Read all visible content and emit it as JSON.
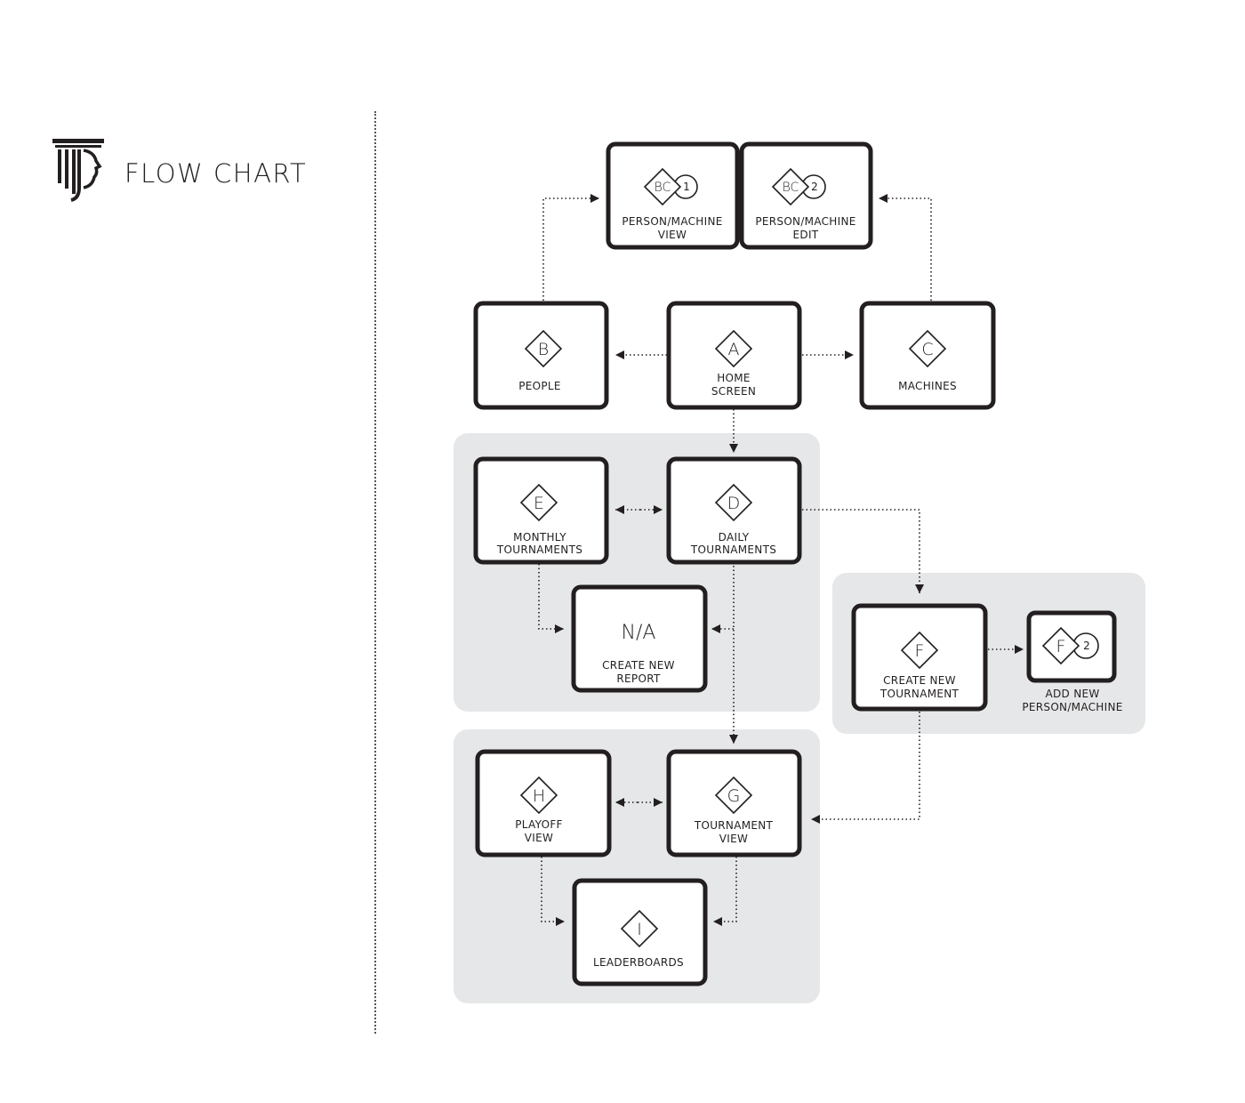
{
  "page": {
    "title": "FLOW CHART"
  },
  "nodes": {
    "bc1": {
      "key": "BC",
      "num": "1",
      "label1": "PERSON/MACHINE",
      "label2": "VIEW"
    },
    "bc2": {
      "key": "BC",
      "num": "2",
      "label1": "PERSON/MACHINE",
      "label2": "EDIT"
    },
    "b": {
      "key": "B",
      "label1": "PEOPLE"
    },
    "a": {
      "key": "A",
      "label1": "HOME",
      "label2": "SCREEN"
    },
    "c": {
      "key": "C",
      "label1": "MACHINES"
    },
    "e": {
      "key": "E",
      "label1": "MONTHLY",
      "label2": "TOURNAMENTS"
    },
    "d": {
      "key": "D",
      "label1": "DAILY",
      "label2": "TOURNAMENTS"
    },
    "na": {
      "key": "N/A",
      "label1": "CREATE NEW",
      "label2": "REPORT"
    },
    "f": {
      "key": "F",
      "label1": "CREATE NEW",
      "label2": "TOURNAMENT"
    },
    "f2": {
      "key": "F",
      "num": "2",
      "label1": "ADD NEW",
      "label2": "PERSON/MACHINE"
    },
    "h": {
      "key": "H",
      "label1": "PLAYOFF",
      "label2": "VIEW"
    },
    "g": {
      "key": "G",
      "label1": "TOURNAMENT",
      "label2": "VIEW"
    },
    "i": {
      "key": "I",
      "label1": "LEADERBOARDS"
    }
  }
}
